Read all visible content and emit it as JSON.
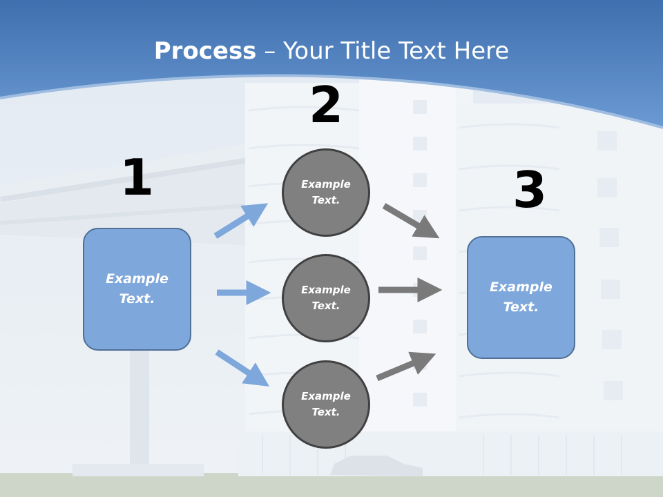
{
  "slide": {
    "title_bold": "Process",
    "title_rest": " – Your Title Text Here",
    "colors": {
      "header": "#5a88c4",
      "box_fill": "#7ea7db",
      "box_border": "#4f6f96",
      "circle_fill": "#808080",
      "circle_border": "#404040",
      "arrow_blue": "#7ea7db",
      "arrow_gray": "#7a7a7a"
    }
  },
  "steps": [
    {
      "number": "1",
      "text": "Example Text."
    },
    {
      "number": "2",
      "text": "Example Text."
    },
    {
      "number": "3",
      "text": "Example Text."
    }
  ],
  "circles": [
    {
      "text": "Example Text."
    },
    {
      "text": "Example Text."
    },
    {
      "text": "Example Text."
    }
  ]
}
